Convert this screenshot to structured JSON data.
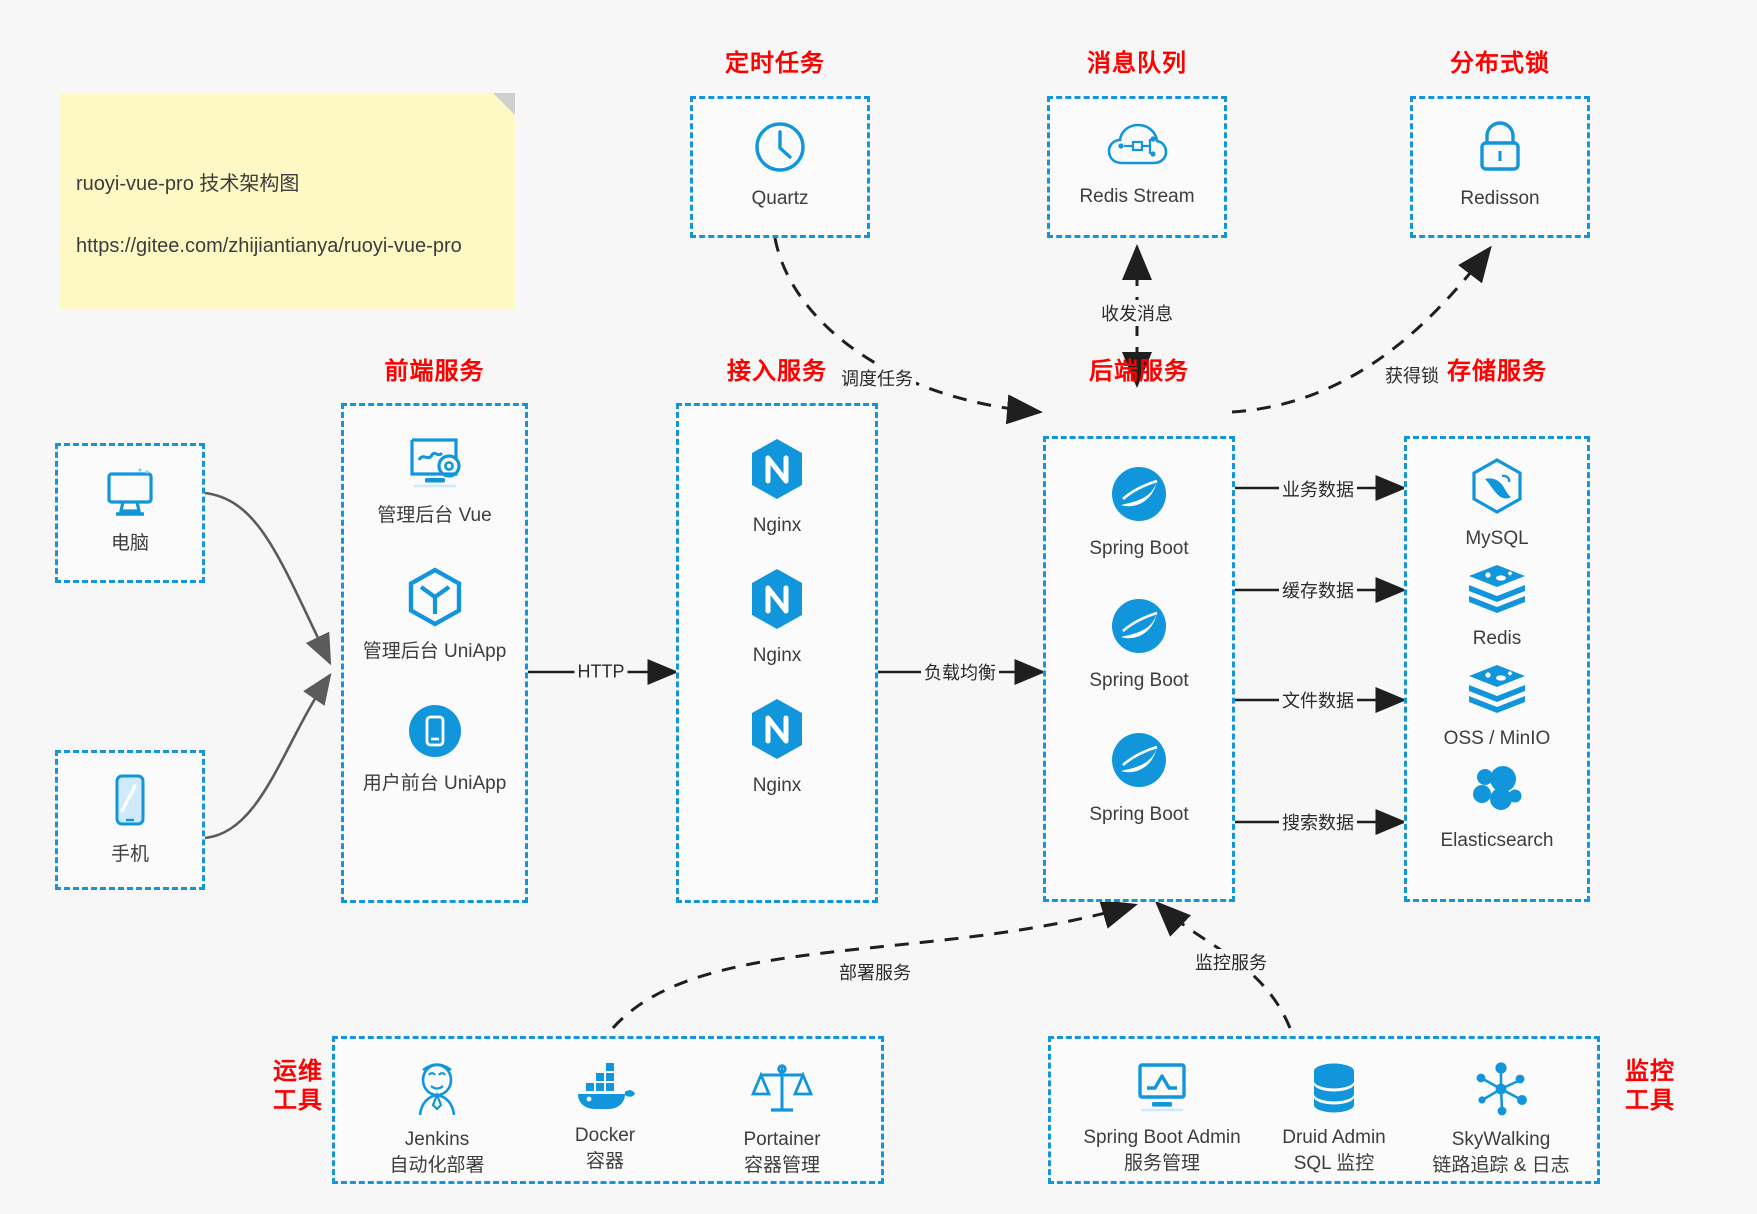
{
  "note": {
    "line1": "ruoyi-vue-pro 技术架构图",
    "line2": "https://gitee.com/zhijiantianya/ruoyi-vue-pro"
  },
  "colors": {
    "accent_blue": "#1296db",
    "title_red": "#ff0000",
    "edge_gray": "#5b5b5b",
    "edge_black": "#1f1f1f",
    "note_yellow": "#fdf8c4",
    "background": "#f7f7f7"
  },
  "groups": {
    "scheduled_task": {
      "title": "定时任务"
    },
    "message_queue": {
      "title": "消息队列"
    },
    "distributed_lock": {
      "title": "分布式锁"
    },
    "frontend": {
      "title": "前端服务"
    },
    "gateway": {
      "title": "接入服务"
    },
    "backend": {
      "title": "后端服务"
    },
    "storage": {
      "title": "存储服务"
    },
    "devops": {
      "title": "运维\n工具"
    },
    "monitoring": {
      "title": "监控\n工具"
    }
  },
  "clients": [
    {
      "label": "电脑",
      "icon": "desktop-computer-icon"
    },
    {
      "label": "手机",
      "icon": "mobile-phone-icon"
    }
  ],
  "scheduled_task_nodes": [
    {
      "label": "Quartz",
      "icon": "clock-icon"
    }
  ],
  "message_queue_nodes": [
    {
      "label": "Redis Stream",
      "icon": "cloud-stream-icon"
    }
  ],
  "distributed_lock_nodes": [
    {
      "label": "Redisson",
      "icon": "padlock-icon"
    }
  ],
  "frontend_nodes": [
    {
      "label": "管理后台 Vue",
      "icon": "monitor-settings-icon"
    },
    {
      "label": "管理后台 UniApp",
      "icon": "hexagon-cube-icon"
    },
    {
      "label": "用户前台 UniApp",
      "icon": "mobile-app-icon"
    }
  ],
  "gateway_nodes": [
    {
      "label": "Nginx",
      "icon": "nginx-icon"
    },
    {
      "label": "Nginx",
      "icon": "nginx-icon"
    },
    {
      "label": "Nginx",
      "icon": "nginx-icon"
    }
  ],
  "backend_nodes": [
    {
      "label": "Spring Boot",
      "icon": "spring-boot-icon"
    },
    {
      "label": "Spring Boot",
      "icon": "spring-boot-icon"
    },
    {
      "label": "Spring Boot",
      "icon": "spring-boot-icon"
    }
  ],
  "storage_nodes": [
    {
      "label": "MySQL",
      "icon": "mysql-dolphin-icon"
    },
    {
      "label": "Redis",
      "icon": "redis-stack-icon"
    },
    {
      "label": "OSS / MinIO",
      "icon": "object-storage-icon"
    },
    {
      "label": "Elasticsearch",
      "icon": "elasticsearch-icon"
    }
  ],
  "devops_nodes": [
    {
      "name": "Jenkins",
      "desc": "自动化部署",
      "icon": "jenkins-butler-icon"
    },
    {
      "name": "Docker",
      "desc": "容器",
      "icon": "docker-whale-icon"
    },
    {
      "name": "Portainer",
      "desc": "容器管理",
      "icon": "portainer-scales-icon"
    }
  ],
  "monitoring_nodes": [
    {
      "name": "Spring Boot Admin",
      "desc": "服务管理",
      "icon": "monitor-chart-icon"
    },
    {
      "name": "Druid Admin",
      "desc": "SQL 监控",
      "icon": "database-stack-icon"
    },
    {
      "name": "SkyWalking",
      "desc": "链路追踪 & 日志",
      "icon": "skywalking-node-icon"
    }
  ],
  "edge_labels": {
    "schedule_task": "调度任务",
    "send_receive_message": "收发消息",
    "acquire_lock": "获得锁",
    "http": "HTTP",
    "load_balance": "负载均衡",
    "business_data": "业务数据",
    "cache_data": "缓存数据",
    "file_data": "文件数据",
    "search_data": "搜索数据",
    "deploy_service": "部署服务",
    "monitor_service": "监控服务"
  }
}
